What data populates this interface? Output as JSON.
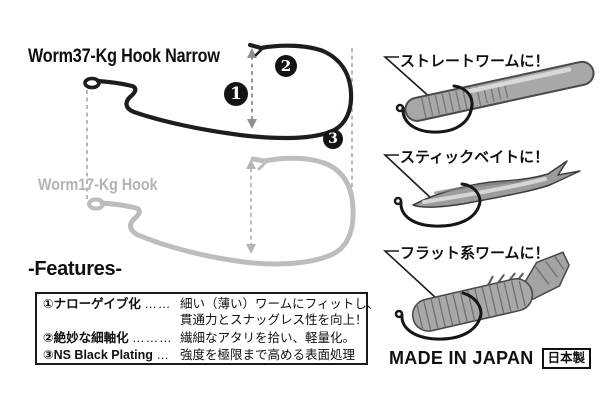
{
  "header": {
    "title": "Worm37-Kg Hook Narrow"
  },
  "comparison": {
    "hook_label": "Worm17-Kg Hook"
  },
  "markers": [
    {
      "label": "1"
    },
    {
      "label": "2"
    },
    {
      "label": "3"
    }
  ],
  "features": {
    "heading": "-Features-",
    "items": [
      {
        "label": "①ナローゲイブ化",
        "dots": "……",
        "desc_lines": [
          "細い（薄い）ワームにフィットし、",
          "貫通力とスナッグレス性を向上！"
        ]
      },
      {
        "label": "②絶妙な細軸化",
        "dots": "………",
        "desc_lines": [
          "繊細なアタリを拾い、軽量化。"
        ]
      },
      {
        "label": "③NS Black Plating",
        "dots": "…",
        "desc_lines": [
          "強度を極限まで高める表面処理"
        ]
      }
    ]
  },
  "applications": [
    {
      "label": "ストレートワームに！",
      "type": "straight-worm"
    },
    {
      "label": "スティックベイトに！",
      "type": "stick-bait"
    },
    {
      "label": "フラット系ワームに！",
      "type": "flat-worm"
    }
  ],
  "footer": {
    "made_in_japan": "MADE IN JAPAN",
    "origin_badge": "日本製"
  },
  "colors": {
    "ink": "#1a1a1a",
    "hook_black": "#211c1c",
    "hook_gray": "#bdbdbd",
    "label_gray": "#b3b3b3",
    "guide_gray": "#9b9b9b",
    "lure_gray": "#a8a8a8"
  }
}
